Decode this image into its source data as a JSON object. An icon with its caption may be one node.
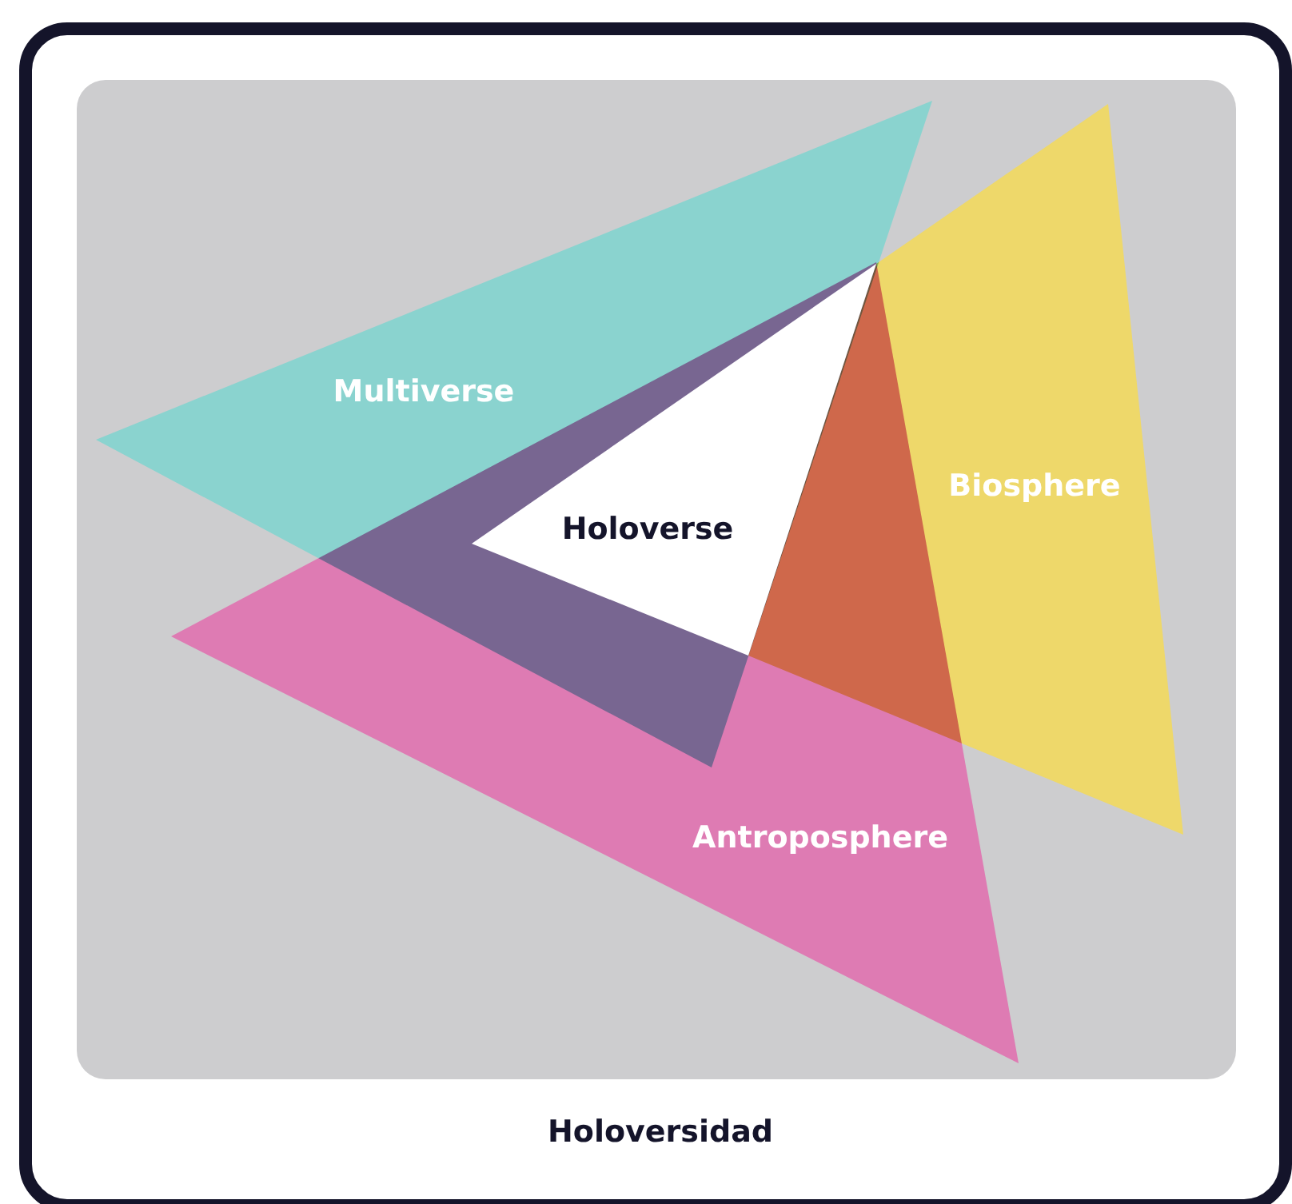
{
  "diagram": {
    "caption": "Holoversidad",
    "nodes": [
      {
        "text": [
          "Multiverse"
        ]
      },
      {
        "text": [
          "Holoverse"
        ]
      },
      {
        "text": [
          "Biosphere"
        ]
      },
      {
        "text": [
          "Antroposphere"
        ]
      }
    ]
  }
}
